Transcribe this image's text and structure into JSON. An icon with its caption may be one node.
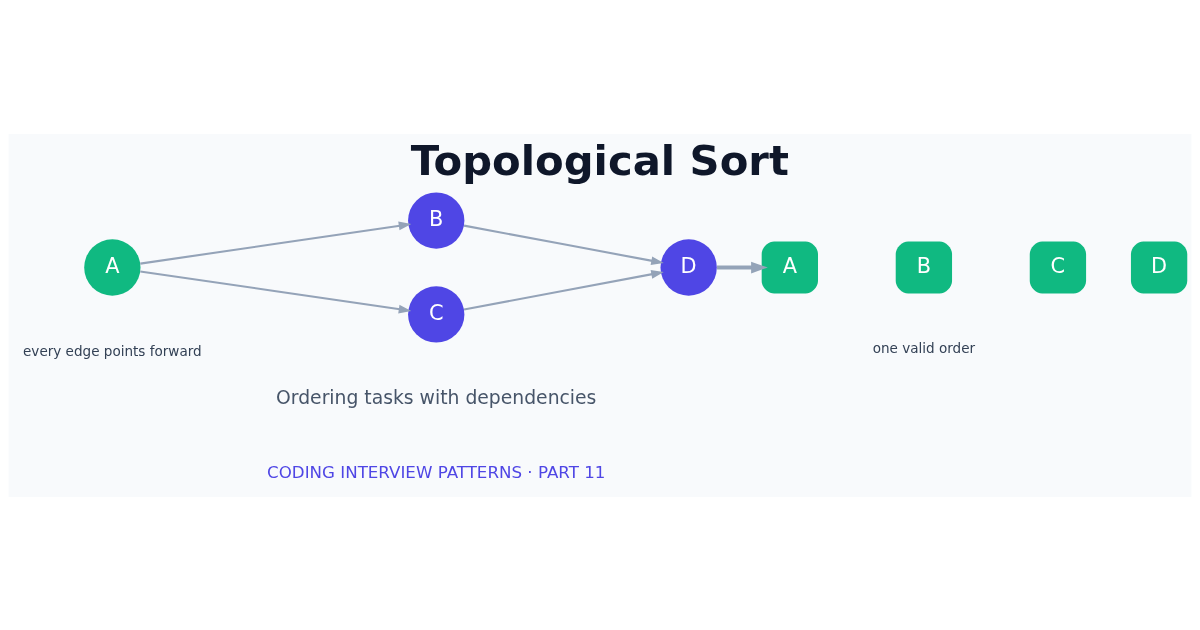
{
  "diagram": {
    "title": "Topological Sort",
    "nodes": [
      {
        "text": [
          "A"
        ]
      },
      {
        "text": [
          "B"
        ]
      },
      {
        "text": [
          "C"
        ]
      },
      {
        "text": [
          "D"
        ]
      },
      {
        "text": [
          "A"
        ]
      },
      {
        "text": [
          "B"
        ]
      },
      {
        "text": [
          "C"
        ]
      },
      {
        "text": [
          "D"
        ]
      }
    ],
    "edges": [
      {
        "from": 0,
        "to": 1,
        "arrow": "to"
      },
      {
        "from": 0,
        "to": 2,
        "arrow": "to"
      },
      {
        "from": 1,
        "to": 3,
        "arrow": "to"
      },
      {
        "from": 2,
        "to": 3,
        "arrow": "to"
      },
      {
        "from": 3,
        "to": 4,
        "arrow": "to",
        "style": "thick"
      }
    ],
    "labels": [
      "CODING INTERVIEW PATTERNS · PART 11",
      "Ordering tasks with dependencies",
      "every edge points forward",
      "one valid order"
    ]
  }
}
